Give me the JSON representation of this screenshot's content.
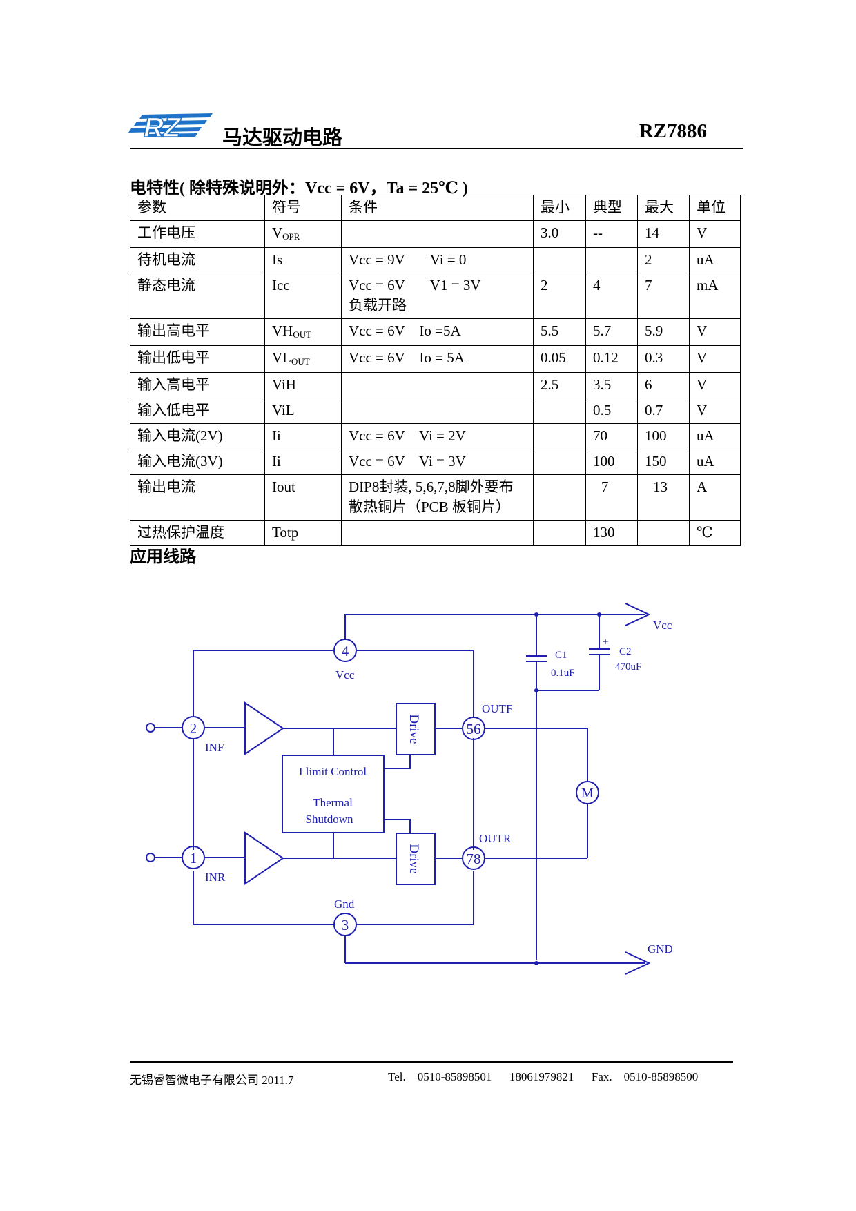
{
  "header": {
    "logo_text": "RZ",
    "title": "马达驱动电路",
    "part_number": "RZ7886"
  },
  "electrical": {
    "section_title": "电特性( 除特殊说明外：Vcc = 6V，Ta = 25℃ )",
    "columns": [
      "参数",
      "符号",
      "条件",
      "最小",
      "典型",
      "最大",
      "单位"
    ],
    "rows": [
      {
        "param": "工作电压",
        "sym": "V",
        "sym_sub": "OPR",
        "cond": "",
        "cond2": "",
        "min": "3.0",
        "typ": "--",
        "max": "14",
        "unit": "V"
      },
      {
        "param": "待机电流",
        "sym": "Is",
        "sym_sub": "",
        "cond": "Vcc = 9V       Vi = 0",
        "cond2": "",
        "min": "",
        "typ": "",
        "max": "2",
        "unit": "uA"
      },
      {
        "param": "静态电流",
        "sym": "Icc",
        "sym_sub": "",
        "cond": "Vcc = 6V       V1 = 3V",
        "cond2": "负载开路",
        "min": "2",
        "typ": "4",
        "max": "7",
        "unit": "mA"
      },
      {
        "param": "输出高电平",
        "sym": "VH",
        "sym_sub": "OUT",
        "cond": "Vcc = 6V    Io =5A",
        "cond2": "",
        "min": "5.5",
        "typ": "5.7",
        "max": "5.9",
        "unit": "V"
      },
      {
        "param": "输出低电平",
        "sym": "VL",
        "sym_sub": "OUT",
        "cond": "Vcc = 6V    Io = 5A",
        "cond2": "",
        "min": "0.05",
        "typ": "0.12",
        "max": "0.3",
        "unit": "V"
      },
      {
        "param": "输入高电平",
        "sym": "ViH",
        "sym_sub": "",
        "cond": "",
        "cond2": "",
        "min": "2.5",
        "typ": "3.5",
        "max": "6",
        "unit": "V"
      },
      {
        "param": "输入低电平",
        "sym": "ViL",
        "sym_sub": "",
        "cond": "",
        "cond2": "",
        "min": "",
        "typ": "0.5",
        "max": "0.7",
        "unit": "V"
      },
      {
        "param": "输入电流(2V)",
        "sym": "Ii",
        "sym_sub": "",
        "cond": "Vcc = 6V    Vi = 2V",
        "cond2": "",
        "min": "",
        "typ": "70",
        "max": "100",
        "unit": "uA"
      },
      {
        "param": "输入电流(3V)",
        "sym": "Ii",
        "sym_sub": "",
        "cond": "Vcc = 6V    Vi = 3V",
        "cond2": "",
        "min": "",
        "typ": "100",
        "max": "150",
        "unit": "uA"
      },
      {
        "param": "输出电流",
        "sym": "Iout",
        "sym_sub": "",
        "cond": "DIP8封装, 5,6,7,8脚外要布",
        "cond2": "散热铜片（PCB 板铜片）",
        "min": "",
        "typ": "7",
        "max": "13",
        "unit": "A"
      },
      {
        "param": "过热保护温度",
        "sym": "Totp",
        "sym_sub": "",
        "cond": "",
        "cond2": "",
        "min": "",
        "typ": "130",
        "max": "",
        "unit": "℃"
      }
    ]
  },
  "application": {
    "section_title": "应用线路",
    "labels": {
      "vcc_out": "Vcc",
      "gnd_out": "GND",
      "pin4": "4",
      "pin4_name": "Vcc",
      "pin2": "2",
      "pin2_name": "INF",
      "pin1": "1",
      "pin1_name": "INR",
      "pin56": "56",
      "pin56_name": "OUTF",
      "pin78": "78",
      "pin78_name": "OUTR",
      "pin3": "3",
      "pin3_name": "Gnd",
      "drive": "Drive",
      "limit": "I limit Control",
      "thermal": "Thermal",
      "shutdown": "Shutdown",
      "motor": "M",
      "c1": "C1",
      "c1_val": "0.1uF",
      "c2": "C2",
      "c2_val": "470uF",
      "c2_plus": "+"
    },
    "line_color": "#1f1fb0"
  },
  "footer": {
    "company": "无锡睿智微电子有限公司  2011.7",
    "contact": "Tel.    0510-85898501      18061979821      Fax.    0510-85898500"
  }
}
